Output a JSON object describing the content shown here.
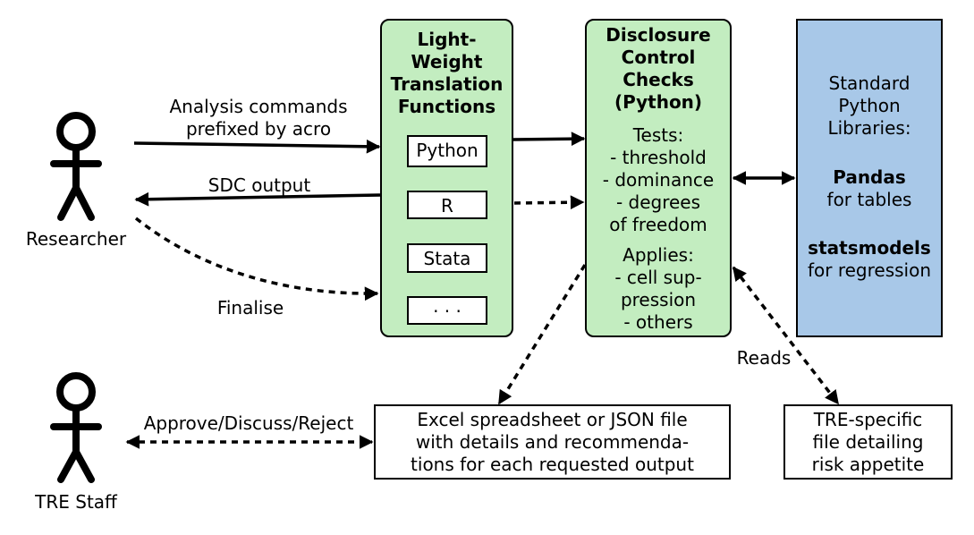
{
  "actors": {
    "researcher": "Researcher",
    "tre_staff": "TRE Staff"
  },
  "arrows": {
    "analysis_commands": [
      "Analysis commands",
      "prefixed by acro"
    ],
    "sdc_output": "SDC output",
    "finalise": "Finalise",
    "approve": "Approve/Discuss/Reject",
    "reads": "Reads"
  },
  "translation_box": {
    "title": [
      "Light-",
      "Weight",
      "Translation",
      "Functions"
    ],
    "languages": [
      "Python",
      "R",
      "Stata",
      "· · ·"
    ]
  },
  "disclosure_box": {
    "title": [
      "Disclosure",
      "Control",
      "Checks",
      "(Python)"
    ],
    "tests_header": "Tests:",
    "tests": [
      "- threshold",
      "- dominance",
      "- degrees",
      "of freedom"
    ],
    "applies_header": "Applies:",
    "applies": [
      "- cell sup-",
      "pression",
      "- others"
    ]
  },
  "libraries_box": {
    "lines": [
      "Standard",
      "Python",
      "Libraries:"
    ],
    "pandas": "Pandas",
    "pandas_desc": "for tables",
    "statsmodels": "statsmodels",
    "statsmodels_desc": "for regression"
  },
  "output_file_box": {
    "lines": [
      "Excel spreadsheet or JSON file",
      "with details and recommenda-",
      "tions for each requested output"
    ]
  },
  "tre_file_box": {
    "lines": [
      "TRE-specific",
      "file detailing",
      "risk appetite"
    ]
  },
  "colors": {
    "green_box": "#c3edc0",
    "blue_box": "#a8c8e8"
  }
}
